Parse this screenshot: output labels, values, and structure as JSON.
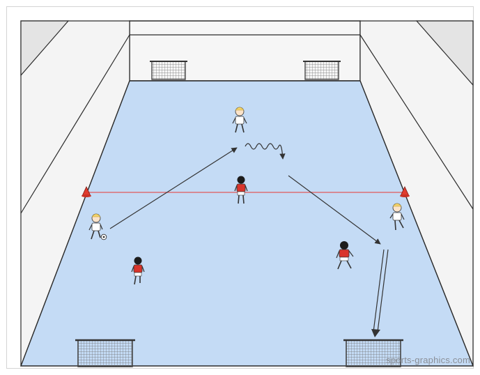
{
  "watermark": "sports-graphics.com",
  "colors": {
    "pitch": "#c4dbf5",
    "wall": "#f4f4f4",
    "wall_shade": "#e2e2e2",
    "line": "#2b2b2b",
    "center_line": "#e05a5a",
    "team_red": "#d9342b",
    "team_white": "#ffffff",
    "hair_blond": "#f3d36b",
    "hair_dark": "#1c1c1c",
    "arrow": "#333333"
  },
  "scene": {
    "goals": [
      {
        "id": "goal-back-left",
        "kind": "back"
      },
      {
        "id": "goal-back-right",
        "kind": "back"
      },
      {
        "id": "goal-front-left",
        "kind": "front"
      },
      {
        "id": "goal-front-right",
        "kind": "front"
      }
    ],
    "players": [
      {
        "id": "player-white-top",
        "team": "white"
      },
      {
        "id": "player-red-center",
        "team": "red"
      },
      {
        "id": "player-white-left-ball",
        "team": "white"
      },
      {
        "id": "player-white-right",
        "team": "white"
      },
      {
        "id": "player-red-left",
        "team": "red"
      },
      {
        "id": "player-red-right",
        "team": "red"
      }
    ],
    "actions": [
      {
        "id": "pass-arrow",
        "type": "pass"
      },
      {
        "id": "dribble-arrow",
        "type": "dribble"
      },
      {
        "id": "run-arrow",
        "type": "run"
      },
      {
        "id": "shot-arrow",
        "type": "shot"
      }
    ]
  }
}
